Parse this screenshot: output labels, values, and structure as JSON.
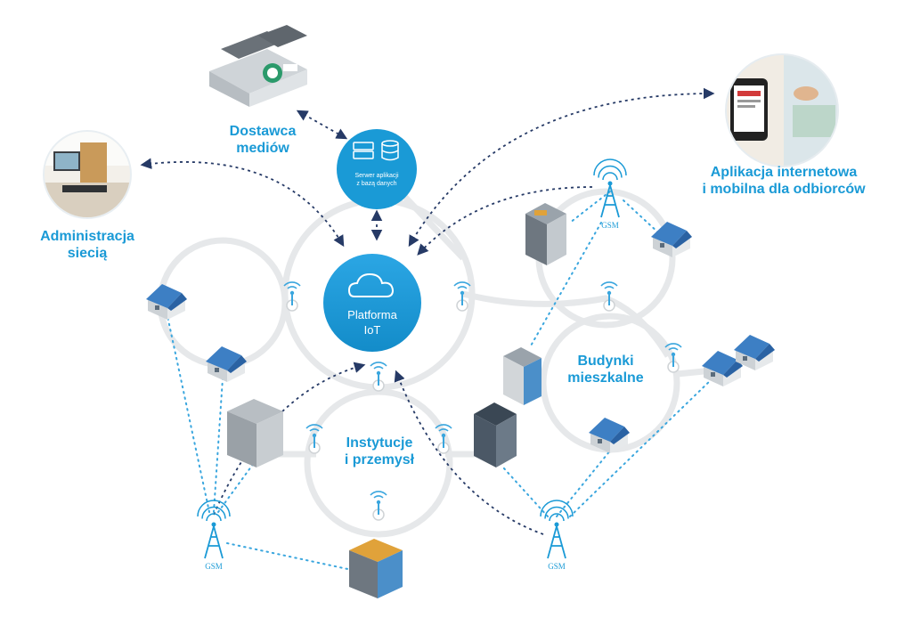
{
  "labels": {
    "utility_provider": [
      "Dostawca",
      "mediów"
    ],
    "network_admin": [
      "Administracja",
      "siecią"
    ],
    "web_mobile_app": [
      "Aplikacja internetowa",
      "i mobilna dla odbiorców"
    ],
    "residential_buildings": [
      "Budynki",
      "mieszkalne"
    ],
    "institutions_industry": [
      "Instytucje",
      "i przemysł"
    ]
  },
  "hub": {
    "line1": "Platforma",
    "line2": "IoT"
  },
  "server": {
    "line1": "Serwer aplikacji",
    "line2": "z bazą danych"
  },
  "gsm_label": "GSM",
  "colors": {
    "primary": "#1a9ad6",
    "ring": "#e6e8ea",
    "dashed": "#263a66",
    "dotted": "#3aa6de",
    "house_roof": "#3d7fc4",
    "building_grey": "#c9ced2"
  }
}
